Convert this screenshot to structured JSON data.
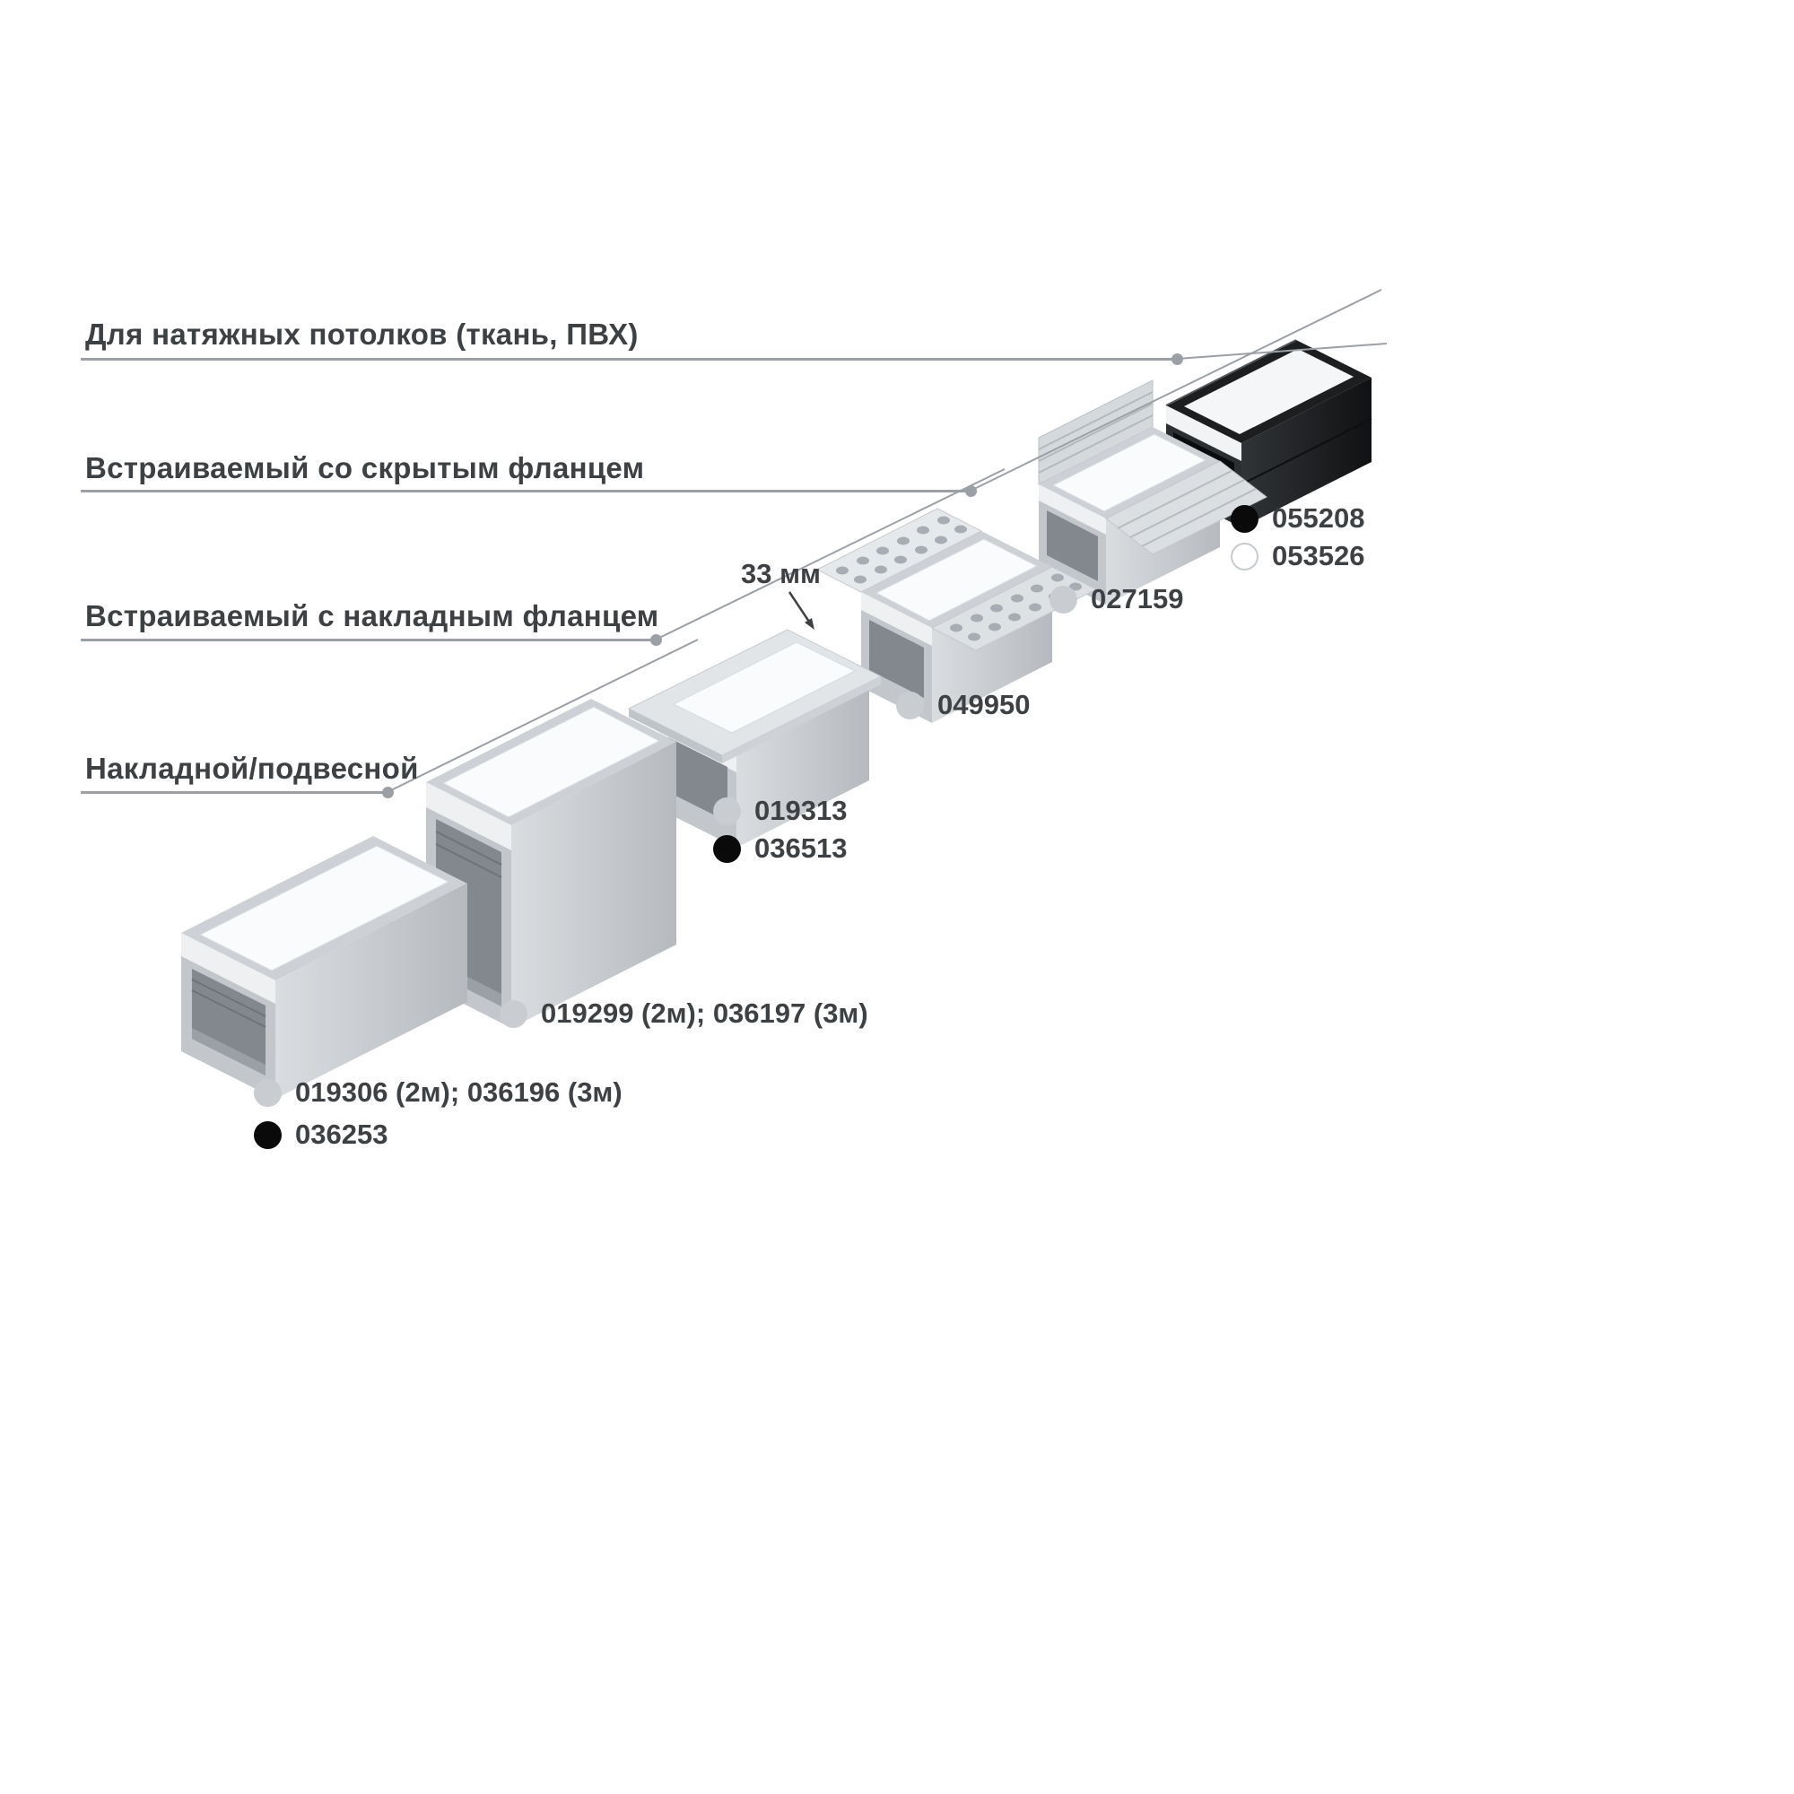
{
  "categories": [
    {
      "id": "stretch-ceiling",
      "label": "Для натяжных потолков (ткань, ПВХ)"
    },
    {
      "id": "recessed-hidden-flange",
      "label": "Встраиваемый со скрытым фланцем"
    },
    {
      "id": "recessed-surface-flange",
      "label": "Встраиваемый с накладным фланцем"
    },
    {
      "id": "surface-suspended",
      "label": "Накладной/подвесной"
    }
  ],
  "dimension": {
    "label": "33 мм"
  },
  "marker_colors": {
    "gray": "#c9cdd1",
    "black": "#0a0a0b",
    "white": "#ffffff"
  },
  "line_color": "#9aa0a6",
  "text_color": "#3e4144",
  "products": [
    {
      "id": "profile-surface-large",
      "category": "surface-suspended",
      "articles": [
        {
          "marker": "gray",
          "code": "019306 (2м); 036196 (3м)"
        },
        {
          "marker": "black",
          "code": "036253"
        }
      ]
    },
    {
      "id": "profile-surface-tall",
      "category": "surface-suspended",
      "articles": [
        {
          "marker": "gray",
          "code": "019299 (2м); 036197 (3м)"
        }
      ]
    },
    {
      "id": "profile-recessed-surface-flange",
      "category": "recessed-surface-flange",
      "articles": [
        {
          "marker": "gray",
          "code": "019313"
        },
        {
          "marker": "black",
          "code": "036513"
        }
      ]
    },
    {
      "id": "profile-recessed-perforated-flange",
      "category": "recessed-surface-flange",
      "articles": [
        {
          "marker": "gray",
          "code": "049950"
        }
      ]
    },
    {
      "id": "profile-hidden-flange",
      "category": "recessed-hidden-flange",
      "articles": [
        {
          "marker": "gray",
          "code": "027159"
        }
      ]
    },
    {
      "id": "profile-stretch-ceiling",
      "category": "stretch-ceiling",
      "articles": [
        {
          "marker": "black",
          "code": "055208"
        },
        {
          "marker": "white",
          "code": "053526"
        }
      ]
    }
  ]
}
